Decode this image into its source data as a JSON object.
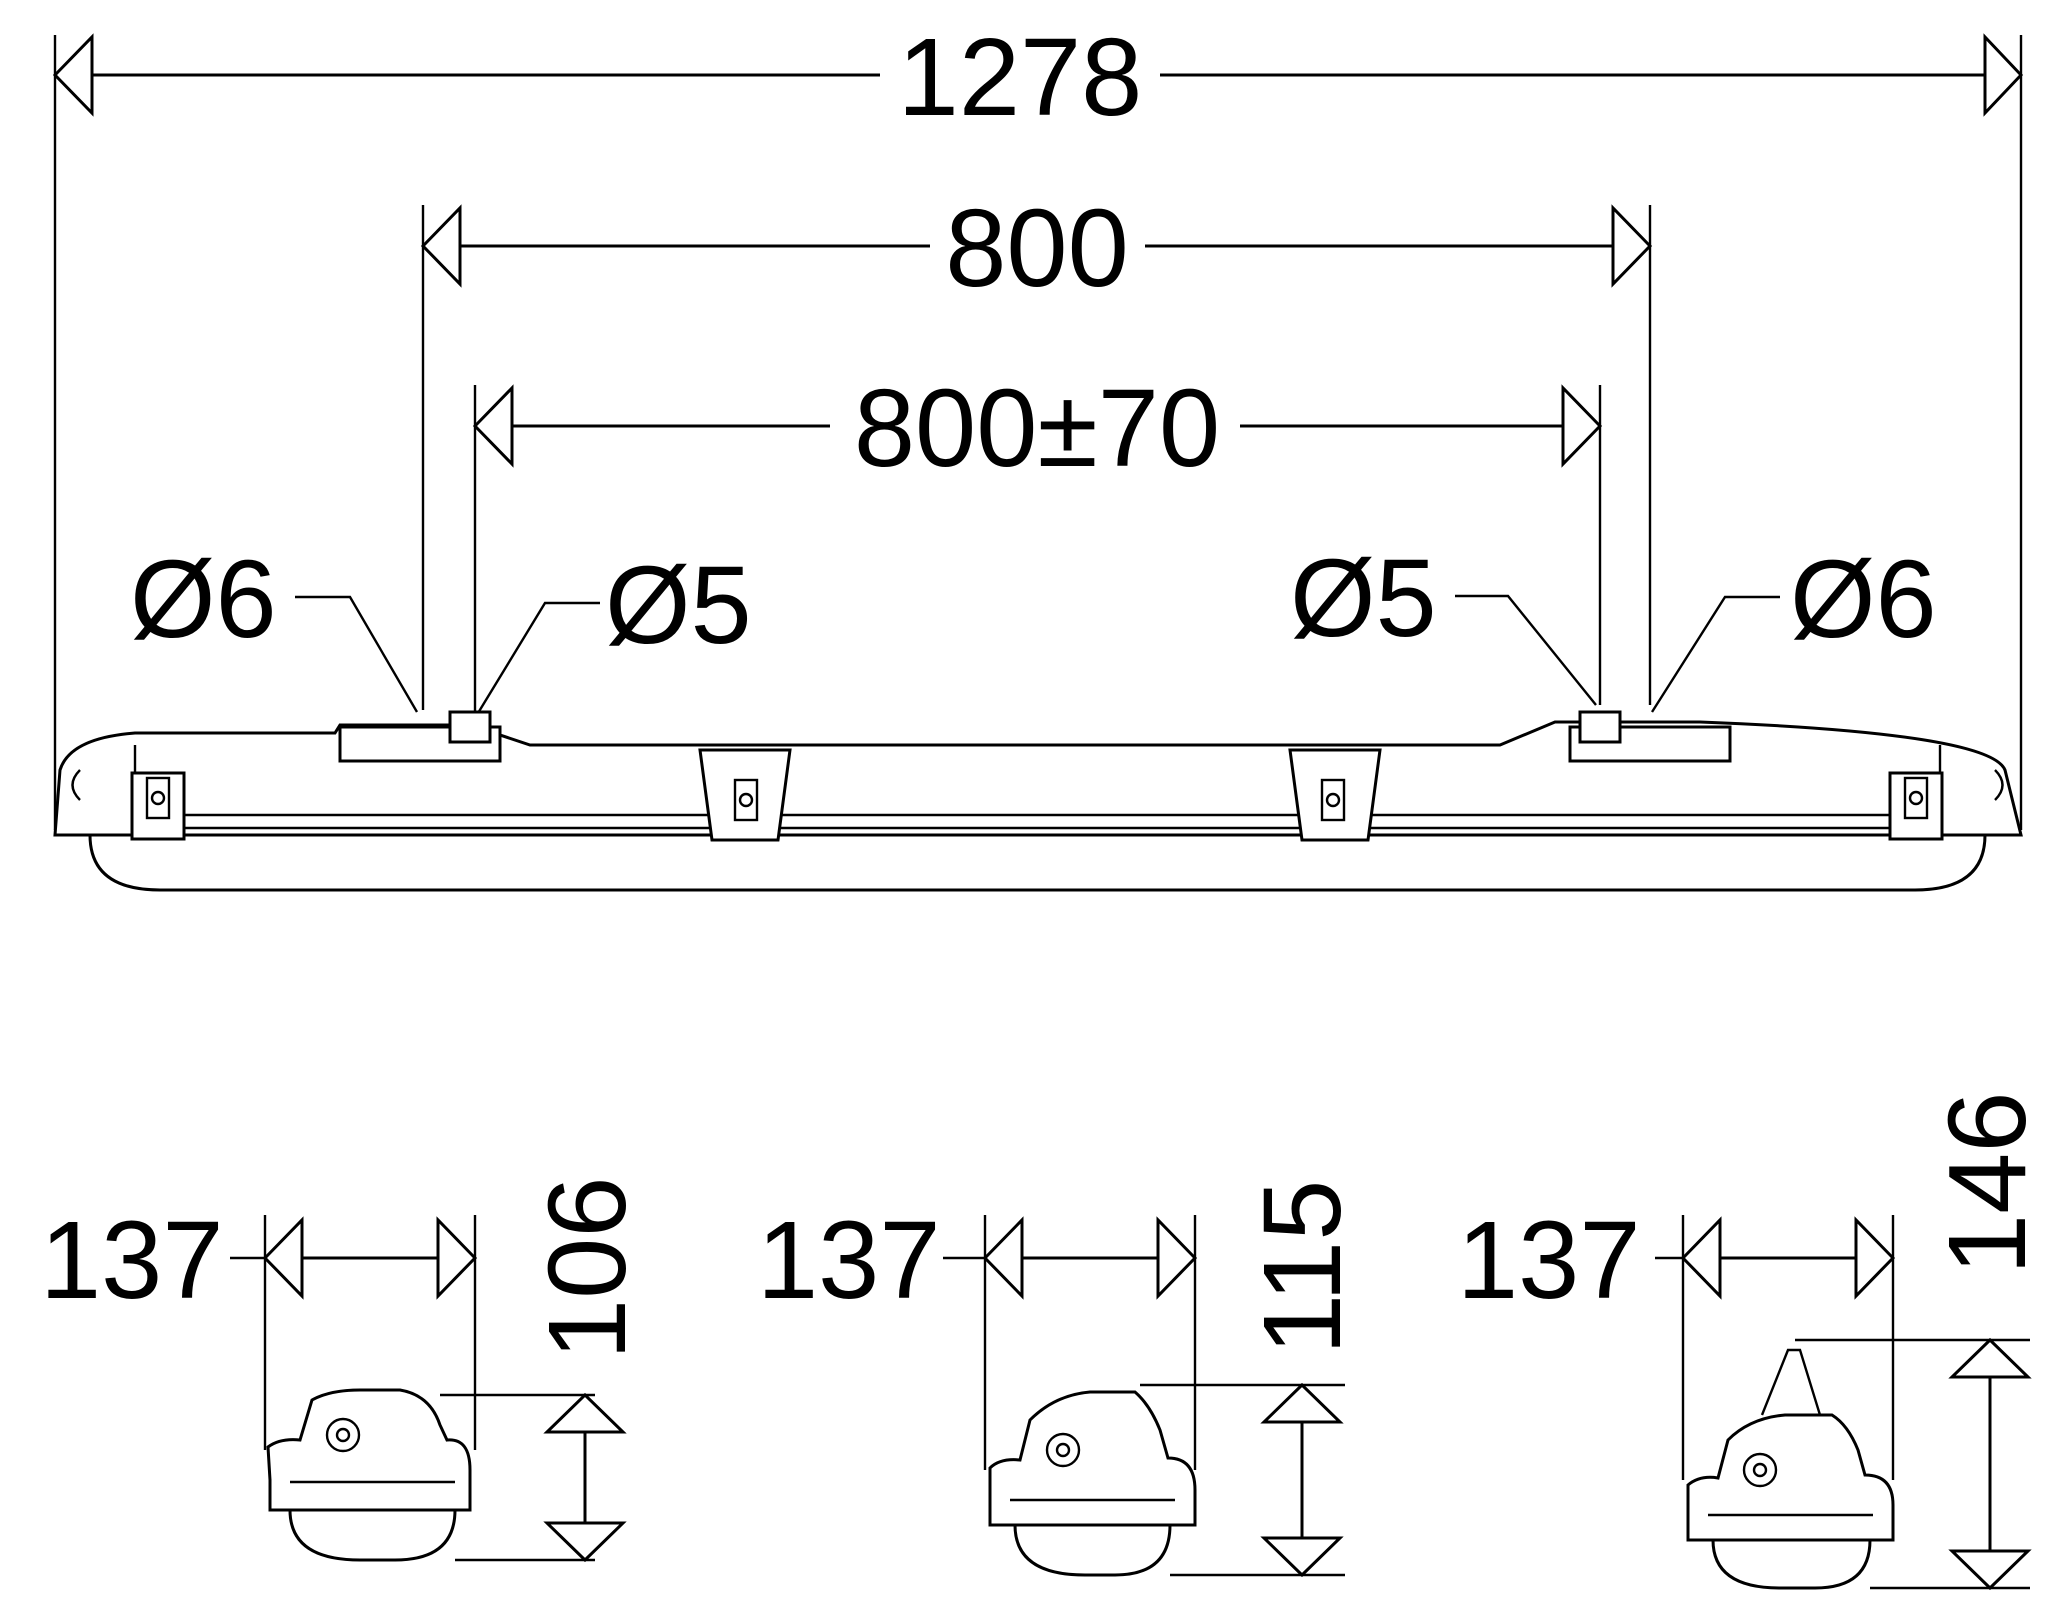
{
  "dimensions": {
    "overall_length": "1278",
    "mount_spacing": "800",
    "clip_spacing": "800±70",
    "hole_left_outer": "Ø6",
    "hole_left_inner": "Ø5",
    "hole_right_inner": "Ø5",
    "hole_right_outer": "Ø6"
  },
  "sections": [
    {
      "width": "137",
      "height": "106"
    },
    {
      "width": "137",
      "height": "115"
    },
    {
      "width": "137",
      "height": "146"
    }
  ]
}
